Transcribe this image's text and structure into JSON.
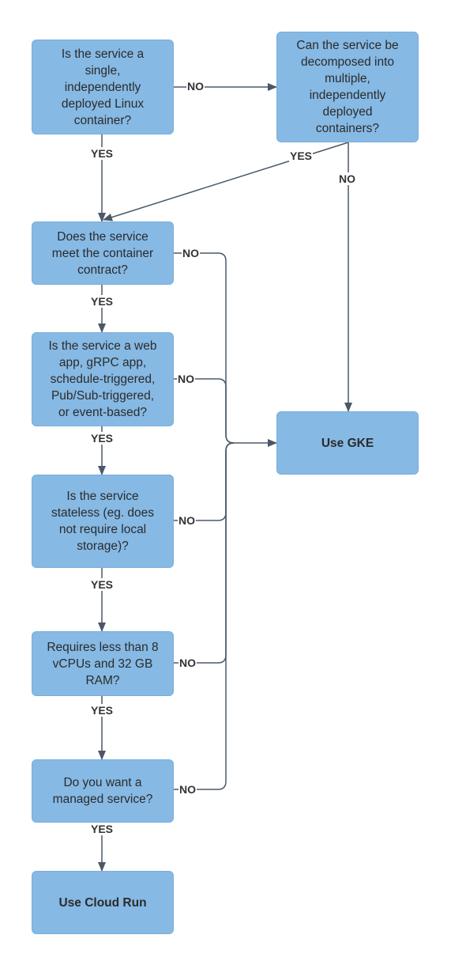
{
  "nodes": {
    "single_container": "Is the service a\nsingle,\nindependently\ndeployed Linux\ncontainer?",
    "decomposed": "Can the service be\ndecomposed into\nmultiple,\nindependently\ndeployed\ncontainers?",
    "container_contract": "Does the service\nmeet the container\ncontract?",
    "app_type": "Is the service a web\napp, gRPC app,\nschedule-triggered,\nPub/Sub-triggered,\nor event-based?",
    "stateless": "Is the service\nstateless (eg. does\nnot require local\nstorage)?",
    "resources": "Requires less than 8\nvCPUs and 32 GB\nRAM?",
    "managed": "Do you want a\nmanaged service?",
    "use_gke": "Use GKE",
    "use_cloud_run": "Use Cloud Run"
  },
  "labels": {
    "no_1": "NO",
    "yes_1": "YES",
    "yes_2": "YES",
    "no_2": "NO",
    "no_3": "NO",
    "yes_3": "YES",
    "no_4": "NO",
    "yes_4": "YES",
    "no_5": "NO",
    "yes_5": "YES",
    "no_6": "NO",
    "yes_6": "YES",
    "no_7": "NO",
    "yes_7": "YES"
  }
}
